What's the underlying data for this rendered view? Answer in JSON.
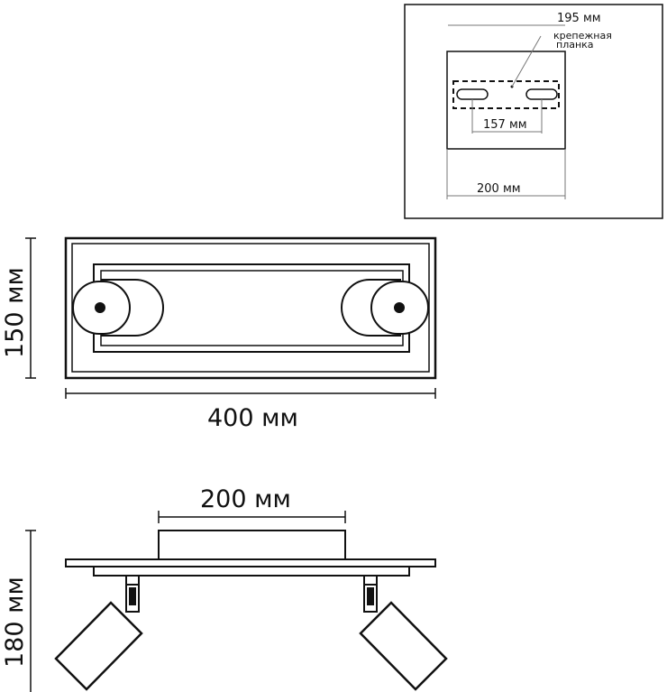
{
  "inset": {
    "dim_195": "195 мм",
    "bracket_line1": "крепежная",
    "bracket_line2": "планка",
    "dim_157": "157 мм",
    "dim_200": "200 мм"
  },
  "top_view": {
    "height_label": "150 мм",
    "width_label": "400 мм"
  },
  "side_view": {
    "base_label": "200 мм",
    "height_label": "180 мм"
  }
}
